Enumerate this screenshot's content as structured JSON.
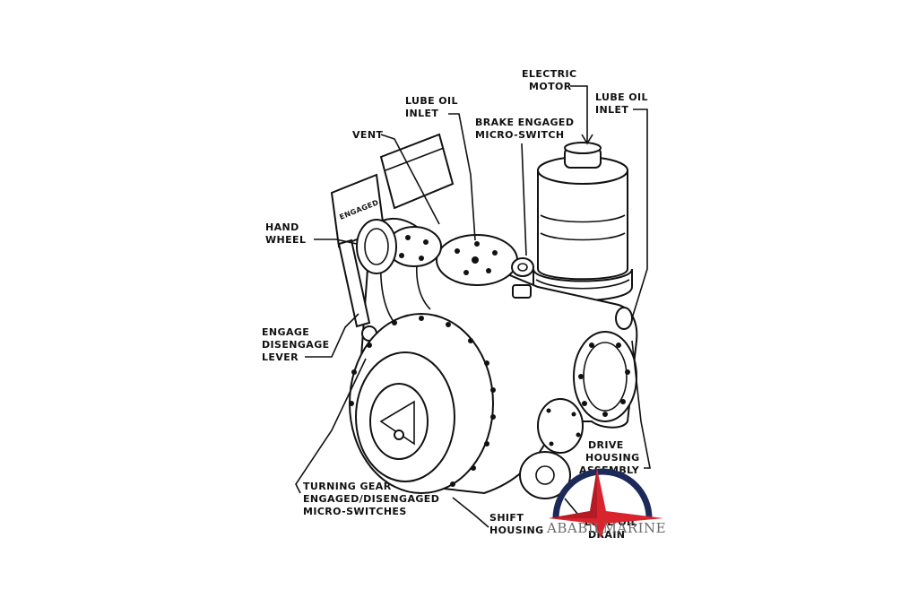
{
  "labels": {
    "electric_motor": [
      "ELECTRIC",
      "MOTOR"
    ],
    "lube_oil_inlet_top": [
      "LUBE OIL",
      "INLET"
    ],
    "lube_oil_inlet_right": [
      "LUBE OIL",
      "INLET"
    ],
    "brake_engaged": [
      "BRAKE ENGAGED",
      "MICRO-SWITCH"
    ],
    "vent": "VENT",
    "engaged_plate": "ENGAGED",
    "hand_wheel": [
      "HAND",
      "WHEEL"
    ],
    "engage_lever": [
      "ENGAGE",
      "DISENGAGE",
      "LEVER"
    ],
    "turning_gear": [
      "TURNING GEAR",
      "ENGAGED/DISENGAGED",
      "MICRO-SWITCHES"
    ],
    "shift_housing": [
      "SHIFT",
      "HOUSING"
    ],
    "drive_housing": [
      "DRIVE",
      "HOUSING",
      "ASSEMBLY"
    ],
    "lube_oil_drain": [
      "LUBE OIL",
      "DRAIN"
    ]
  },
  "watermark": {
    "text": "ABABILMARINE",
    "colors": {
      "red": "#d9232d",
      "navy": "#1c2a5a",
      "text": "#6b6b6b"
    }
  }
}
